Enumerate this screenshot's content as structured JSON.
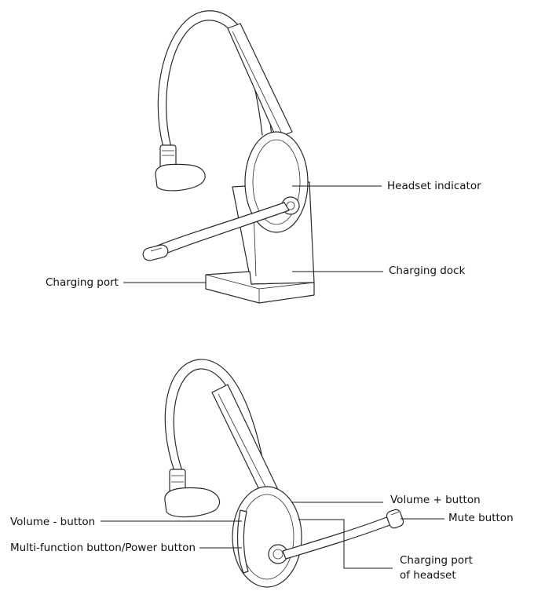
{
  "labels": {
    "headset_indicator": "Headset indicator",
    "charging_dock": "Charging dock",
    "charging_port": "Charging port",
    "volume_plus": "Volume + button",
    "volume_minus": "Volume - button",
    "mute": "Mute button",
    "multi_function": "Multi-function button/Power button",
    "charging_port_headset_line1": "Charging port",
    "charging_port_headset_line2": "of headset"
  },
  "colors": {
    "stroke": "#2a2a2a",
    "text": "#111111",
    "background": "#ffffff"
  }
}
